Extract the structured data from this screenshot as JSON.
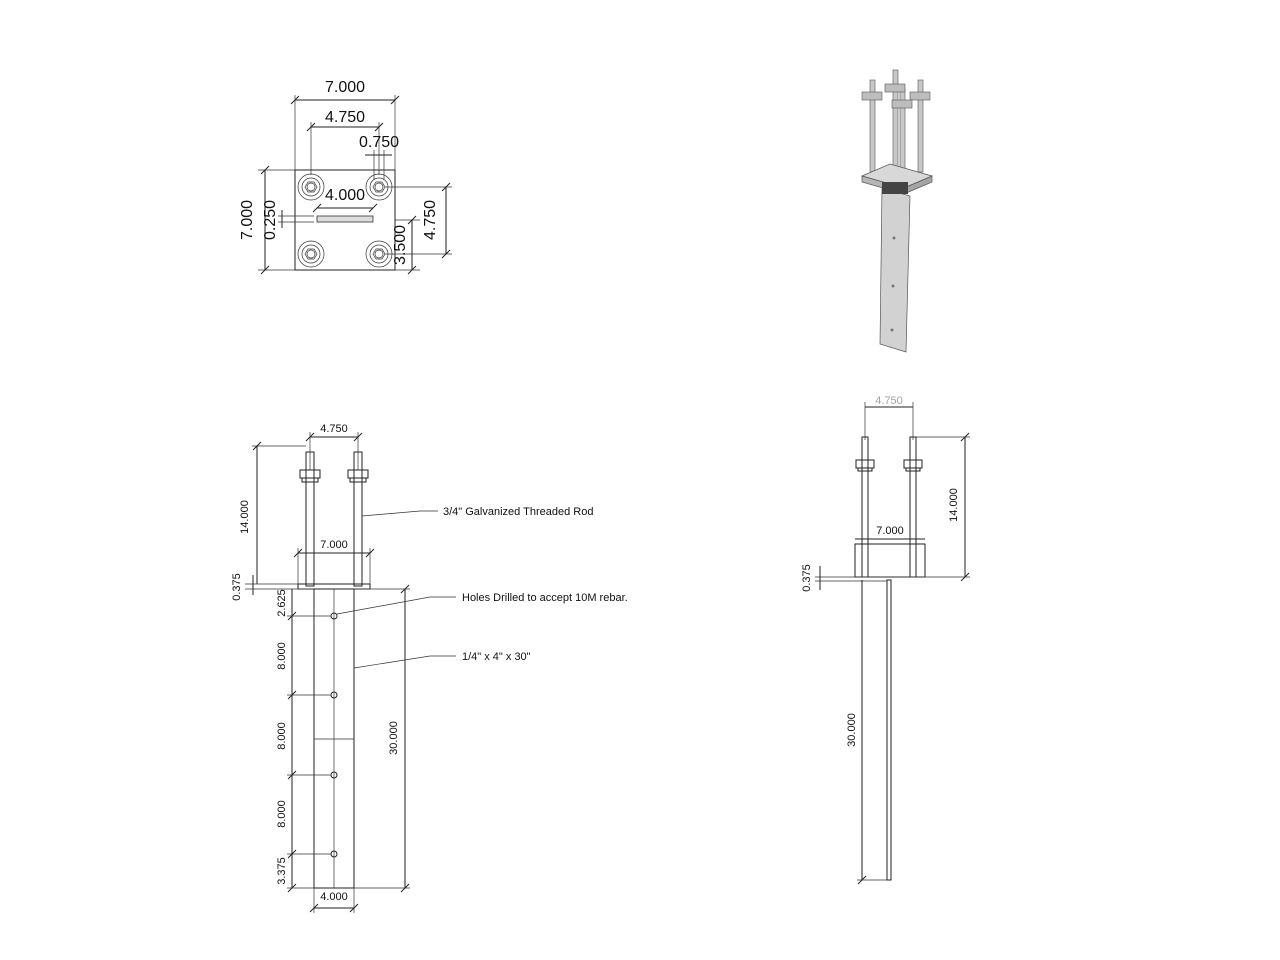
{
  "plan_view": {
    "overall_width": "7.000",
    "bolt_spacing_h": "4.750",
    "bolt_dia": "0.750",
    "slot_length": "4.000",
    "overall_height": "7.000",
    "slot_width": "0.250",
    "bolt_spacing_v": "4.750",
    "offset_v": "3.500"
  },
  "front_view": {
    "rod_spacing": "4.750",
    "rod_height": "14.000",
    "plate_width": "7.000",
    "plate_thickness": "0.375",
    "first_hole": "2.625",
    "hole_spacing_1": "8.000",
    "hole_spacing_2": "8.000",
    "hole_spacing_3": "8.000",
    "last_hole": "3.375",
    "blade_length": "30.000",
    "blade_width": "4.000",
    "callout_rod": "3/4\" Galvanized Threaded Rod",
    "callout_holes": "Holes Drilled to accept 10M rebar.",
    "callout_blade": "1/4\" x 4\" x 30\""
  },
  "side_view": {
    "top_dim_partial": "4.750",
    "rod_height": "14.000",
    "plate_width": "7.000",
    "plate_thickness": "0.375",
    "blade_length": "30.000"
  },
  "iso_view": {
    "description_icon": "bracket-3d-icon"
  }
}
